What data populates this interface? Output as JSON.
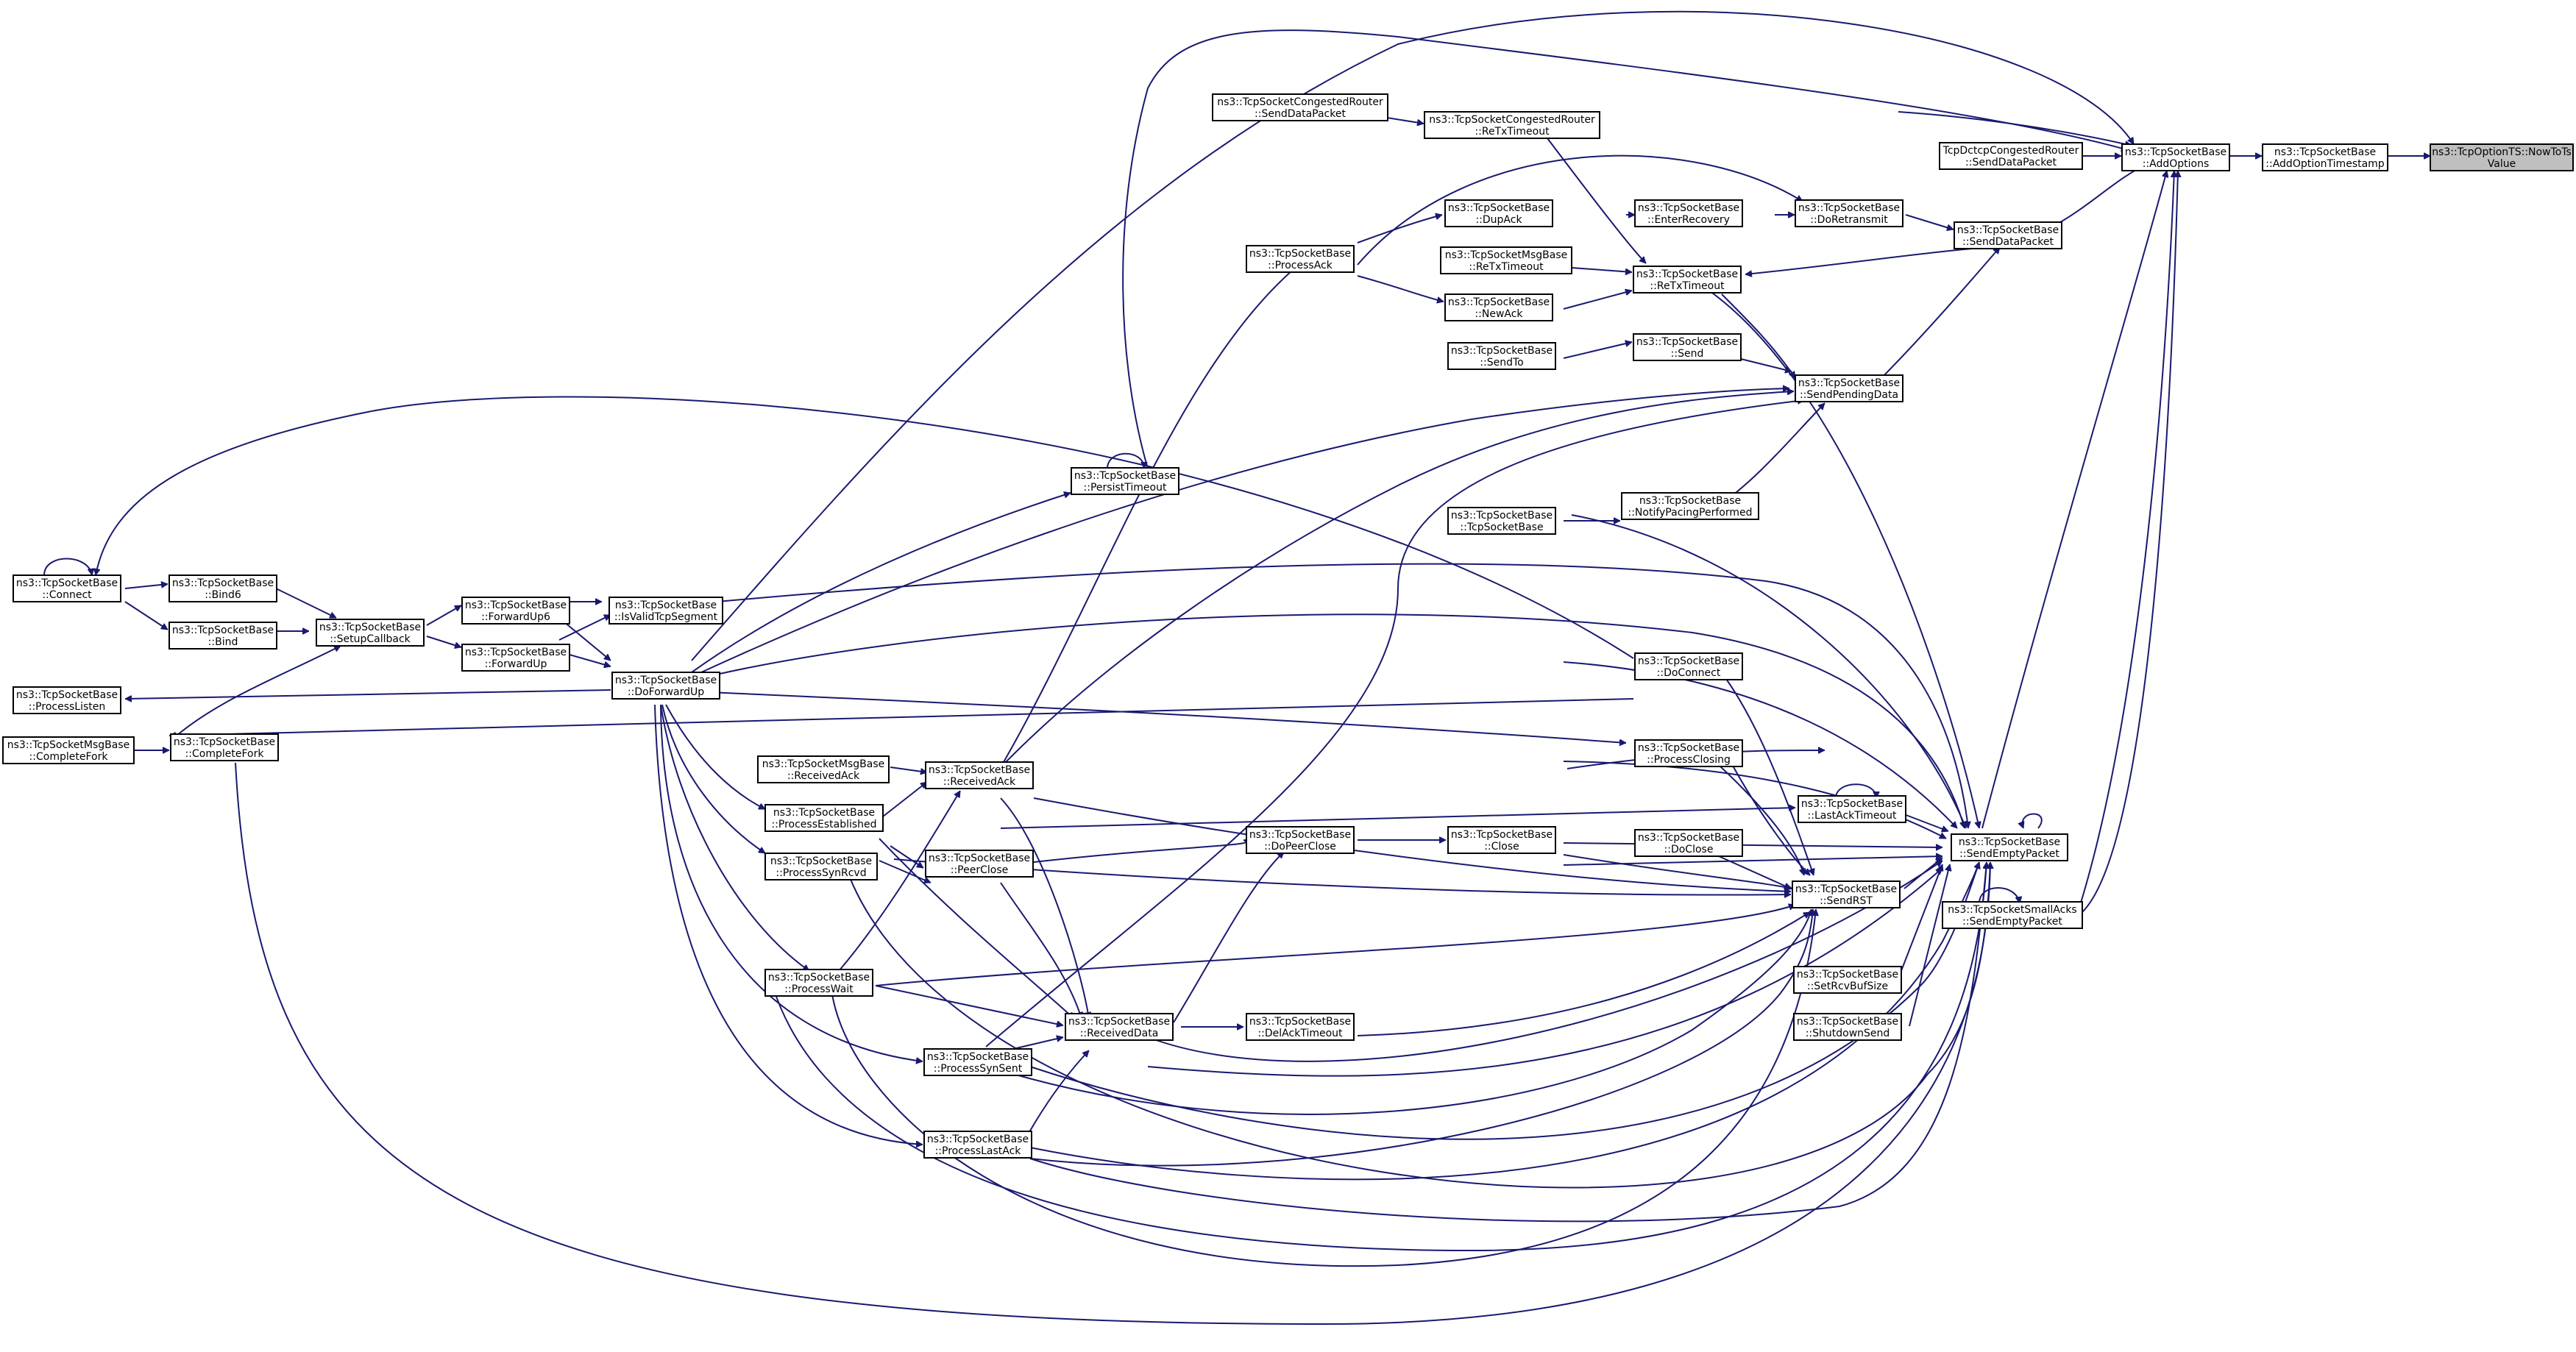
{
  "colors": {
    "edge": "#191970",
    "node_fill": "#ffffff",
    "root_fill": "#bfbfbf",
    "border": "#000000"
  },
  "nodes": {
    "nowtots": {
      "l1": "ns3::TcpOptionTS::NowToTs",
      "l2": "Value"
    },
    "addopttimestamp": {
      "l1": "ns3::TcpSocketBase",
      "l2": "::AddOptionTimestamp"
    },
    "addoptions": {
      "l1": "ns3::TcpSocketBase",
      "l2": "::AddOptions"
    },
    "dctcp_send": {
      "l1": "TcpDctcpCongestedRouter",
      "l2": "::SendDataPacket"
    },
    "cr_send": {
      "l1": "ns3::TcpSocketCongestedRouter",
      "l2": "::SendDataPacket"
    },
    "cr_retx": {
      "l1": "ns3::TcpSocketCongestedRouter",
      "l2": "::ReTxTimeout"
    },
    "senddatapacket": {
      "l1": "ns3::TcpSocketBase",
      "l2": "::SendDataPacket"
    },
    "doretransmit": {
      "l1": "ns3::TcpSocketBase",
      "l2": "::DoRetransmit"
    },
    "enterrecovery": {
      "l1": "ns3::TcpSocketBase",
      "l2": "::EnterRecovery"
    },
    "dupack": {
      "l1": "ns3::TcpSocketBase",
      "l2": "::DupAck"
    },
    "processack": {
      "l1": "ns3::TcpSocketBase",
      "l2": "::ProcessAck"
    },
    "msg_retx": {
      "l1": "ns3::TcpSocketMsgBase",
      "l2": "::ReTxTimeout"
    },
    "newack": {
      "l1": "ns3::TcpSocketBase",
      "l2": "::NewAck"
    },
    "retxtimeout": {
      "l1": "ns3::TcpSocketBase",
      "l2": "::ReTxTimeout"
    },
    "sendto": {
      "l1": "ns3::TcpSocketBase",
      "l2": "::SendTo"
    },
    "send": {
      "l1": "ns3::TcpSocketBase",
      "l2": "::Send"
    },
    "sendpendingdata": {
      "l1": "ns3::TcpSocketBase",
      "l2": "::SendPendingData"
    },
    "persisttimeout": {
      "l1": "ns3::TcpSocketBase",
      "l2": "::PersistTimeout"
    },
    "tcpsocketbase": {
      "l1": "ns3::TcpSocketBase",
      "l2": "::TcpSocketBase"
    },
    "notifypacing": {
      "l1": "ns3::TcpSocketBase",
      "l2": "::NotifyPacingPerformed"
    },
    "connect": {
      "l1": "ns3::TcpSocketBase",
      "l2": "::Connect"
    },
    "bind6": {
      "l1": "ns3::TcpSocketBase",
      "l2": "::Bind6"
    },
    "bind": {
      "l1": "ns3::TcpSocketBase",
      "l2": "::Bind"
    },
    "setupcallback": {
      "l1": "ns3::TcpSocketBase",
      "l2": "::SetupCallback"
    },
    "forwardup6": {
      "l1": "ns3::TcpSocketBase",
      "l2": "::ForwardUp6"
    },
    "forwardup": {
      "l1": "ns3::TcpSocketBase",
      "l2": "::ForwardUp"
    },
    "isvalidtcpsegment": {
      "l1": "ns3::TcpSocketBase",
      "l2": "::IsValidTcpSegment"
    },
    "doforwardup": {
      "l1": "ns3::TcpSocketBase",
      "l2": "::DoForwardUp"
    },
    "processlisten": {
      "l1": "ns3::TcpSocketBase",
      "l2": "::ProcessListen"
    },
    "msg_completefork": {
      "l1": "ns3::TcpSocketMsgBase",
      "l2": "::CompleteFork"
    },
    "completefork": {
      "l1": "ns3::TcpSocketBase",
      "l2": "::CompleteFork"
    },
    "msg_receivedack": {
      "l1": "ns3::TcpSocketMsgBase",
      "l2": "::ReceivedAck"
    },
    "receivedack": {
      "l1": "ns3::TcpSocketBase",
      "l2": "::ReceivedAck"
    },
    "processestablished": {
      "l1": "ns3::TcpSocketBase",
      "l2": "::ProcessEstablished"
    },
    "processsynrcvd": {
      "l1": "ns3::TcpSocketBase",
      "l2": "::ProcessSynRcvd"
    },
    "peerclose": {
      "l1": "ns3::TcpSocketBase",
      "l2": "::PeerClose"
    },
    "processwait": {
      "l1": "ns3::TcpSocketBase",
      "l2": "::ProcessWait"
    },
    "receiveddata": {
      "l1": "ns3::TcpSocketBase",
      "l2": "::ReceivedData"
    },
    "processsynsent": {
      "l1": "ns3::TcpSocketBase",
      "l2": "::ProcessSynSent"
    },
    "processlastack": {
      "l1": "ns3::TcpSocketBase",
      "l2": "::ProcessLastAck"
    },
    "dopeerclose": {
      "l1": "ns3::TcpSocketBase",
      "l2": "::DoPeerClose"
    },
    "close": {
      "l1": "ns3::TcpSocketBase",
      "l2": "::Close"
    },
    "delacktimeout": {
      "l1": "ns3::TcpSocketBase",
      "l2": "::DelAckTimeout"
    },
    "doconnect": {
      "l1": "ns3::TcpSocketBase",
      "l2": "::DoConnect"
    },
    "processclosing": {
      "l1": "ns3::TcpSocketBase",
      "l2": "::ProcessClosing"
    },
    "lastacktimeout": {
      "l1": "ns3::TcpSocketBase",
      "l2": "::LastAckTimeout"
    },
    "doclose": {
      "l1": "ns3::TcpSocketBase",
      "l2": "::DoClose"
    },
    "sendrst": {
      "l1": "ns3::TcpSocketBase",
      "l2": "::SendRST"
    },
    "sendemptypacket": {
      "l1": "ns3::TcpSocketBase",
      "l2": "::SendEmptyPacket"
    },
    "smallacks_send": {
      "l1": "ns3::TcpSocketSmallAcks",
      "l2": "::SendEmptyPacket"
    },
    "setrcvbufsize": {
      "l1": "ns3::TcpSocketBase",
      "l2": "::SetRcvBufSize"
    },
    "shutdownsend": {
      "l1": "ns3::TcpSocketBase",
      "l2": "::ShutdownSend"
    }
  }
}
